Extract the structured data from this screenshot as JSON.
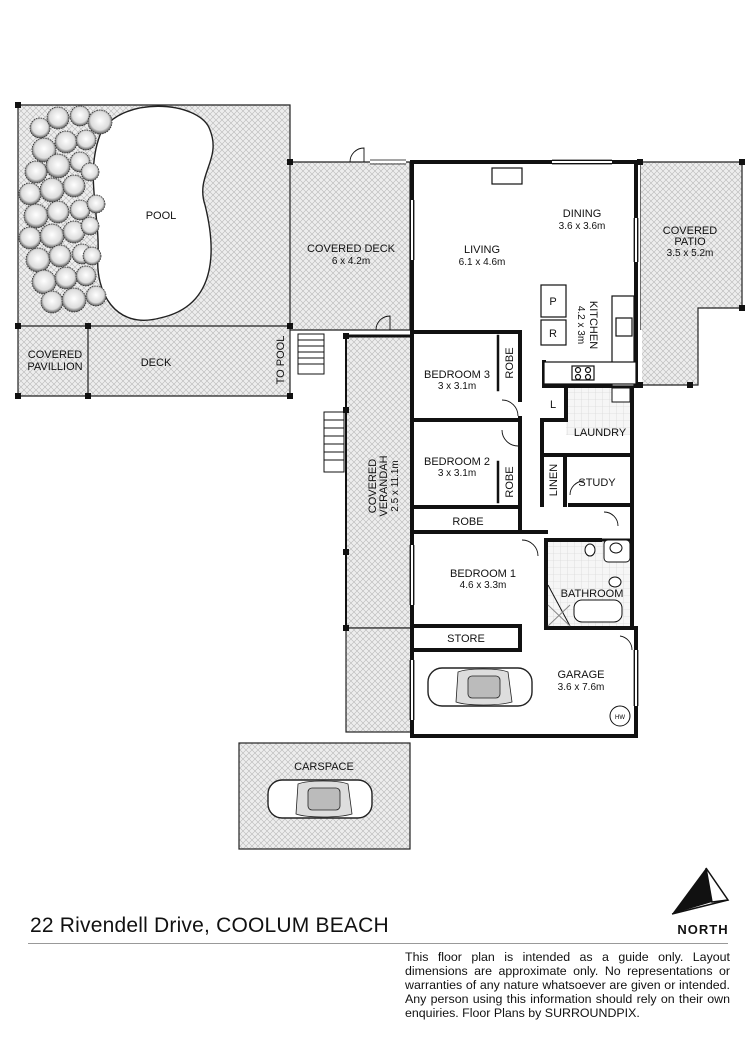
{
  "rooms": {
    "pool": "POOL",
    "covered_deck": {
      "name": "COVERED DECK",
      "size": "6 x 4.2m"
    },
    "living": {
      "name": "LIVING",
      "size": "6.1 x 4.6m"
    },
    "dining": {
      "name": "DINING",
      "size": "3.6 x 3.6m"
    },
    "covered_patio": {
      "line1": "COVERED",
      "line2": "PATIO",
      "size": "3.5 x 5.2m"
    },
    "covered_pavillion": {
      "line1": "COVERED",
      "line2": "PAVILLION"
    },
    "deck": "DECK",
    "to_pool": "TO POOL",
    "kitchen": {
      "name": "KITCHEN",
      "size": "4.2 x 3m"
    },
    "pantry": "P",
    "fridge": "R",
    "bedroom3": {
      "name": "BEDROOM 3",
      "size": "3 x 3.1m"
    },
    "robe3": "ROBE",
    "bedroom2": {
      "name": "BEDROOM 2",
      "size": "3 x 3.1m"
    },
    "robe2": "ROBE",
    "robe_hall": "ROBE",
    "laundry_cupboard": "L",
    "laundry": "LAUNDRY",
    "linen": "LINEN",
    "study": "STUDY",
    "verandah": {
      "line1": "COVERED",
      "line2": "VERANDAH",
      "size": "2.5 x 11.1m"
    },
    "bedroom1": {
      "name": "BEDROOM 1",
      "size": "4.6 x 3.3m"
    },
    "bathroom": "BATHROOM",
    "store": "STORE",
    "garage": {
      "name": "GARAGE",
      "size": "3.6 x 7.6m"
    },
    "hot_water": "HW",
    "carspace": "CARSPACE"
  },
  "address": "22 Rivendell Drive, COOLUM BEACH",
  "north": {
    "label": "NORTH",
    "icon": "north-arrow-icon"
  },
  "disclaimer": "This floor plan is intended as a guide only. Layout dimensions are approximate only. No representations or warranties of any nature whatsoever are given or intended. Any person using this information should rely on their own enquiries. Floor Plans by  SURROUNDPIX."
}
